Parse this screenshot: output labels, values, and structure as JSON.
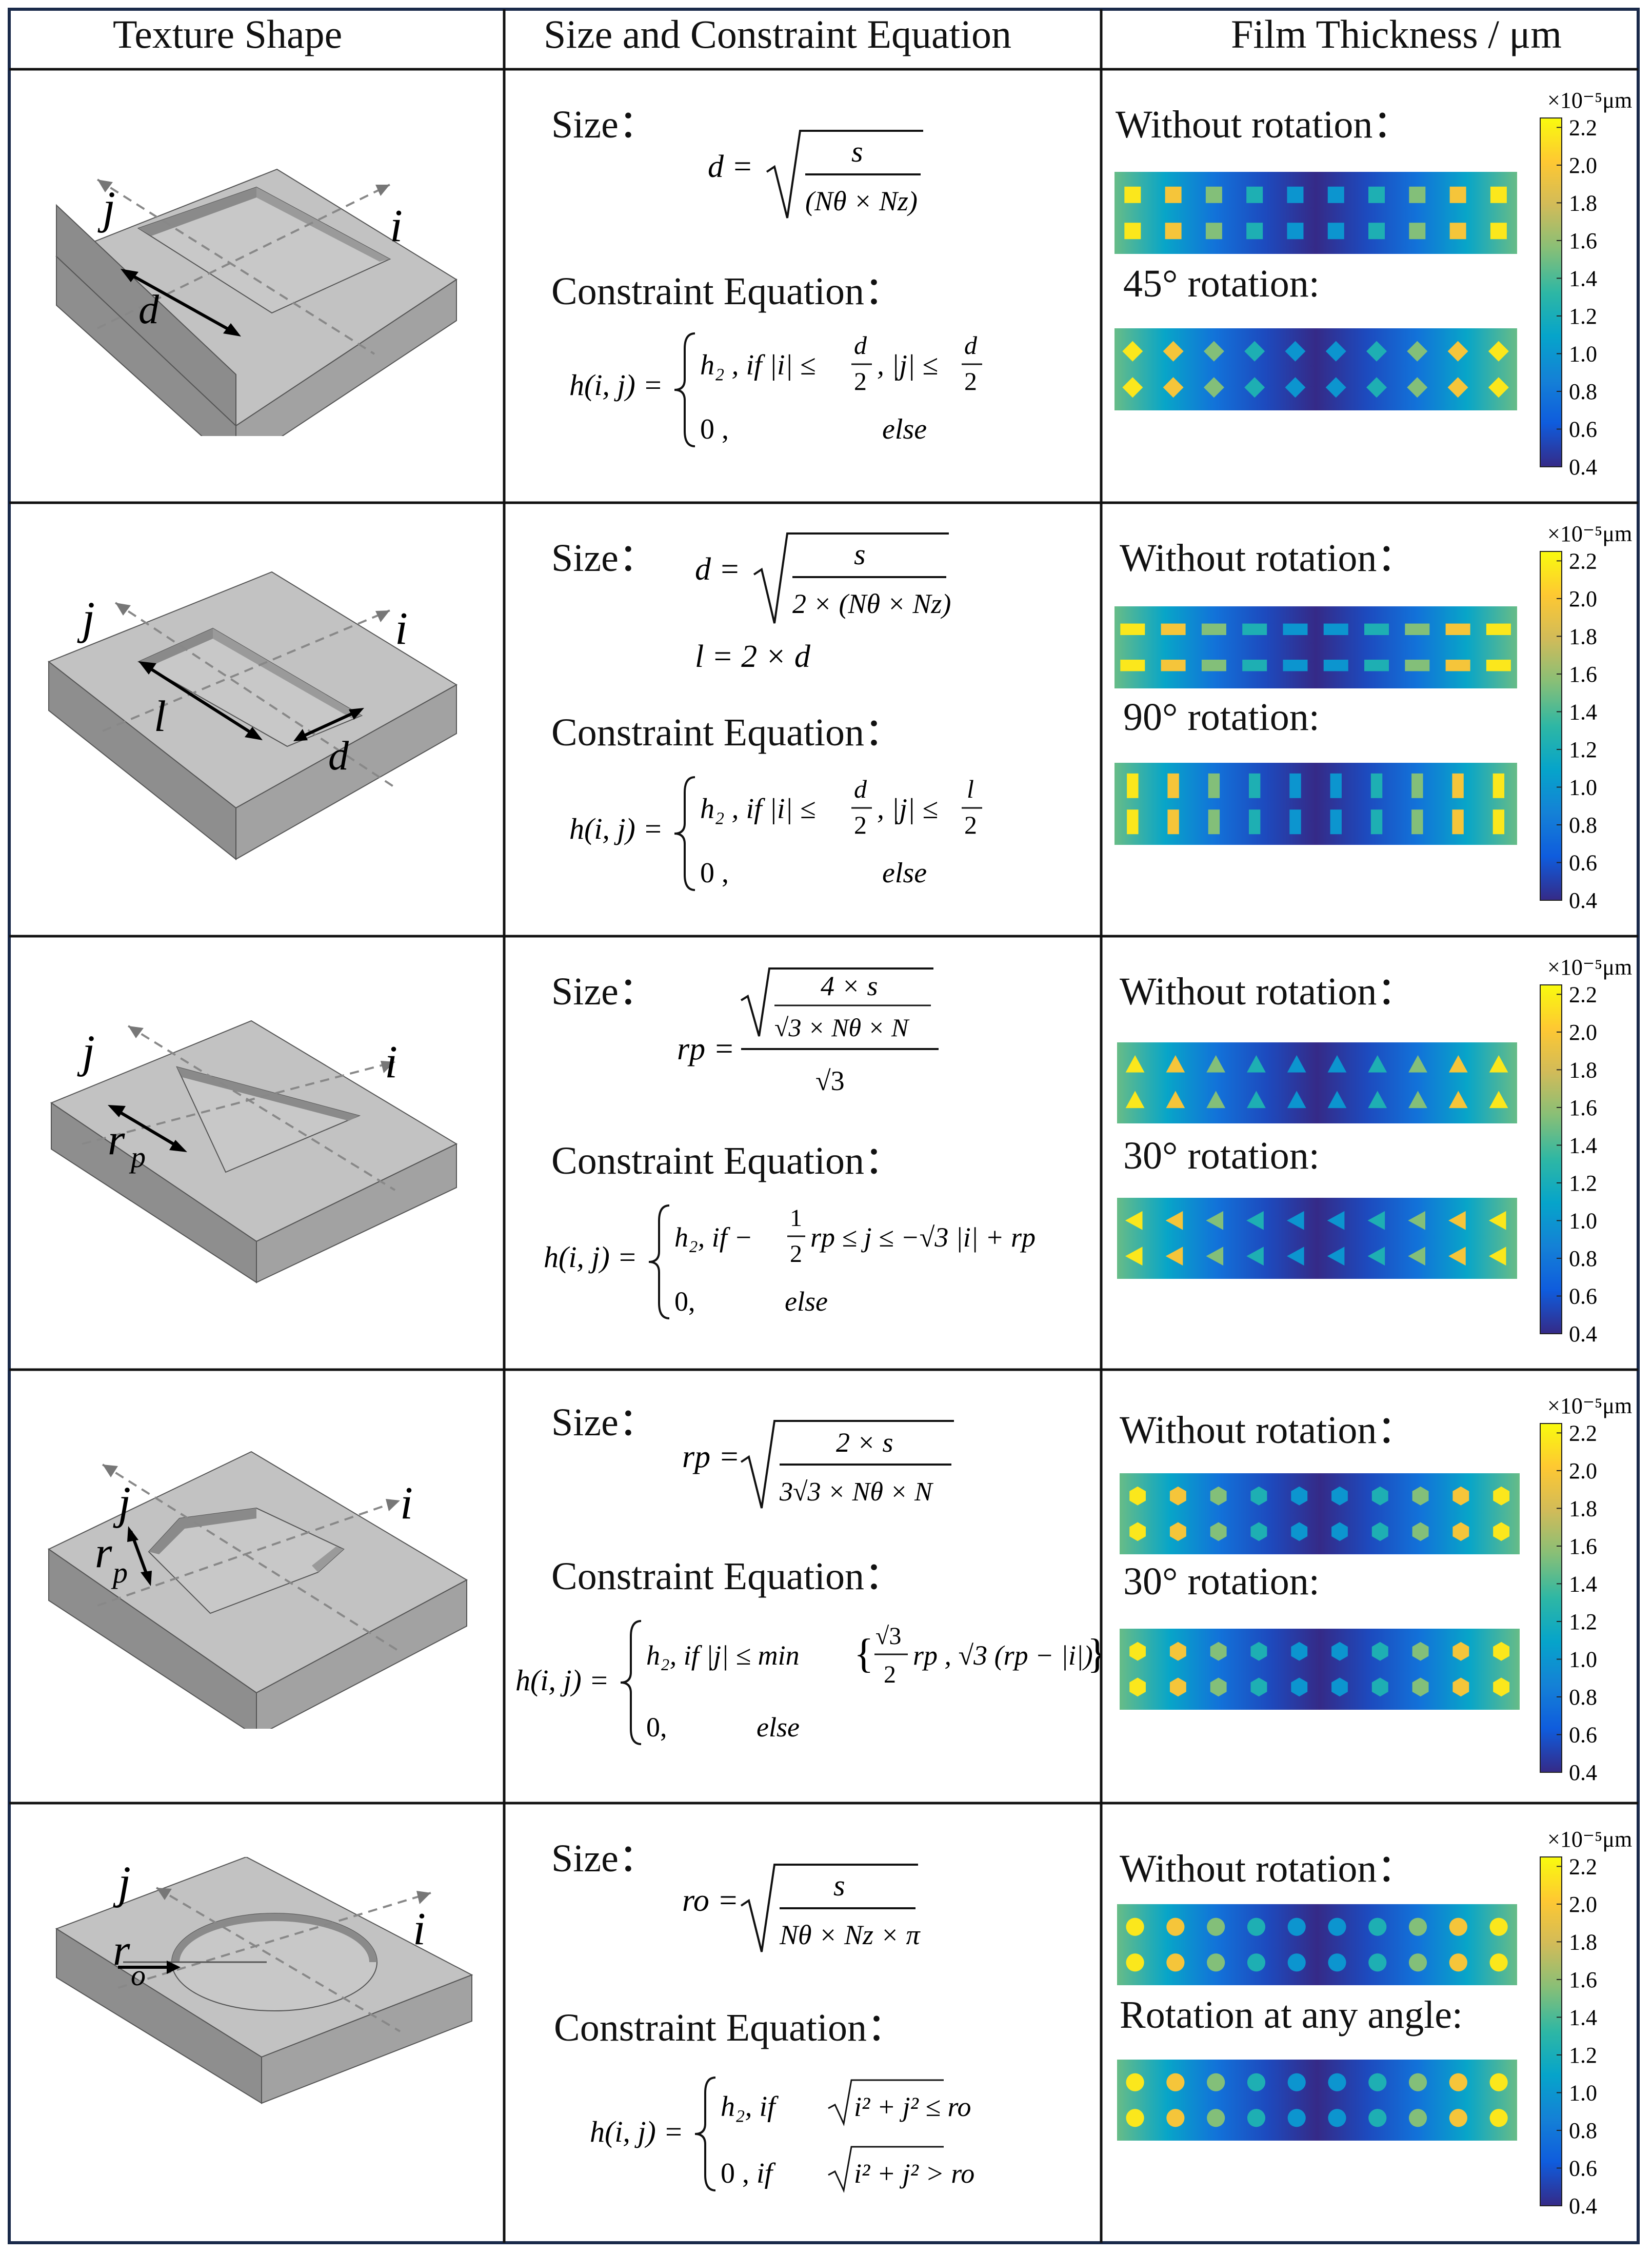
{
  "headers": [
    "Texture  Shape",
    "Size and Constraint Equation",
    "Film Thickness / μm"
  ],
  "labels": {
    "size": "Size：",
    "constraint": "Constraint Equation："
  },
  "colorbar": {
    "unit": "×10⁻⁵μm",
    "ticks": [
      "2.2",
      "2.0",
      "1.8",
      "1.6",
      "1.4",
      "1.2",
      "1.0",
      "0.8",
      "0.6",
      "0.4"
    ],
    "range": [
      0.4,
      2.25
    ],
    "colormap": "parula",
    "colors": [
      "#352a87",
      "#0f5cdd",
      "#1481d6",
      "#06a4ca",
      "#2eb7a4",
      "#87bf77",
      "#d1bb59",
      "#fec832",
      "#f9fb0e"
    ]
  },
  "rows": [
    {
      "shape": "square",
      "axes": {
        "i": "i",
        "j": "j"
      },
      "dims": [
        "d"
      ],
      "size_eq": [
        "d =",
        "√( s / (Nθ × Nz) )"
      ],
      "constraint_eq": [
        "h(i, j) = { h₂ , if  |i| ≤ d/2 , |j| ≤ d/2",
        "0 ,  else"
      ],
      "label_a": "Without rotation：",
      "label_b": "45° rotation:",
      "marker_a": "square",
      "marker_b": "diamond"
    },
    {
      "shape": "rectangle",
      "axes": {
        "i": "i",
        "j": "j"
      },
      "dims": [
        "l",
        "d"
      ],
      "size_eq": [
        "d =",
        "√( s / (2 × (Nθ × Nz)) )",
        "l = 2 × d"
      ],
      "constraint_eq": [
        "h(i, j) = { h₂ , if  |i| ≤ d/2 , |j| ≤ l/2",
        "0 ,  else"
      ],
      "label_a": "Without rotation：",
      "label_b": "90° rotation:",
      "marker_a": "hbar",
      "marker_b": "vbar"
    },
    {
      "shape": "triangle",
      "axes": {
        "i": "i",
        "j": "j"
      },
      "dims": [
        "rp"
      ],
      "size_eq": [
        "rp =",
        "√( 4 × s / (√3 × Nθ × N) ) / √3"
      ],
      "constraint_eq": [
        "h(i, j) = { h₂, if  −(1/2) rp ≤ j ≤ −√3 |i| + rp",
        "0,  else"
      ],
      "label_a": "Without rotation：",
      "label_b": "30° rotation:",
      "marker_a": "triangle-up",
      "marker_b": "triangle-left"
    },
    {
      "shape": "hexagon",
      "axes": {
        "i": "i",
        "j": "j"
      },
      "dims": [
        "rp"
      ],
      "size_eq": [
        "rp =",
        "√( 2 × s / (3√3 × Nθ × N) )"
      ],
      "constraint_eq": [
        "h(i, j) = { h₂, if  |j| ≤ min{ (√3/2) rp , √3 (rp − |i|) }",
        "0,  else"
      ],
      "label_a": "Without rotation：",
      "label_b": "30° rotation:",
      "marker_a": "hexagon",
      "marker_b": "hexagon"
    },
    {
      "shape": "circle",
      "axes": {
        "i": "i",
        "j": "j"
      },
      "dims": [
        "ro"
      ],
      "size_eq": [
        "ro =",
        "√( s / (Nθ × Nz × π) )"
      ],
      "constraint_eq": [
        "h(i, j) = { h₂, if  √(i² + j²) ≤ ro",
        "0 , if  √(i² + j²) > ro"
      ],
      "label_a": "Without rotation：",
      "label_b": "Rotation at any angle:",
      "marker_a": "circle",
      "marker_b": "circle"
    }
  ]
}
